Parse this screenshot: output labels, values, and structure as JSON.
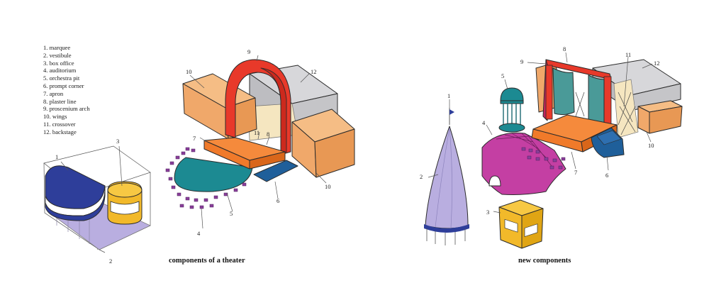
{
  "legend": {
    "items": [
      "1. marquee",
      "2. vestibule",
      "3. box office",
      "4. auditorium",
      "5. orchestra pit",
      "6. prompt corner",
      "7. apron",
      "8. plaster line",
      "9. proscenium arch",
      "10. wings",
      "11. crossover",
      "12. backstage"
    ]
  },
  "captions": {
    "left": "components of a theater",
    "right": "new components"
  },
  "callouts": {
    "left": {
      "c1": "1",
      "c2": "2",
      "c3": "3",
      "c4": "4",
      "c5": "5",
      "c6": "6",
      "c7": "7",
      "c8": "8",
      "c9": "9",
      "c10a": "10",
      "c10b": "10",
      "c11": "11",
      "c12": "12"
    },
    "right": {
      "c1": "1",
      "c2": "2",
      "c3": "3",
      "c4": "4",
      "c5": "5",
      "c6": "6",
      "c7": "7",
      "c8": "8",
      "c9": "9",
      "c10": "10",
      "c11": "11",
      "c12": "12"
    }
  },
  "colors": {
    "marquee": "#2e3e9a",
    "vestibule": "#b9aee0",
    "box_office": "#f2b92a",
    "auditorium": "#c43fa3",
    "orchestra_pit": "#1c8a92",
    "prompt_corner": "#1f5f9a",
    "apron": "#f07a2a",
    "proscenium_arch": "#e8392a",
    "wings": "#f0a86a",
    "crossover": "#f5e6c0",
    "backstage": "#c9c9cc",
    "seat": "#8a3e9a"
  }
}
